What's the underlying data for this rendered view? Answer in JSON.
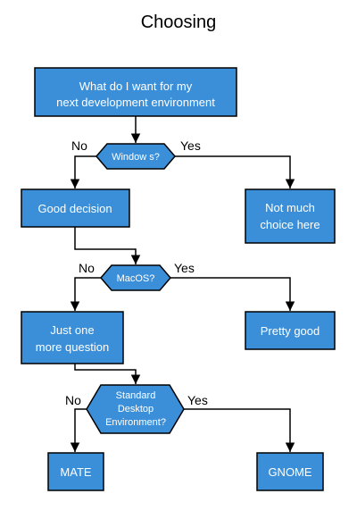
{
  "title": "Choosing",
  "colors": {
    "box_fill": "#3a8fd8",
    "box_stroke": "#000000",
    "text": "#ffffff",
    "line": "#000000"
  },
  "nodes": {
    "start": [
      "What do I want for my",
      "next development environment"
    ],
    "q_windows": "Window s?",
    "good_decision": "Good decision",
    "not_much_choice": [
      "Not much",
      "choice here"
    ],
    "q_macos": "MacOS?",
    "just_one_more": [
      "Just one",
      "more question"
    ],
    "pretty_good": "Pretty good",
    "q_standard_desktop": [
      "Standard",
      "Desktop",
      "Environment?"
    ],
    "mate": "MATE",
    "gnome": "GNOME"
  },
  "edge_labels": {
    "no": "No",
    "yes": "Yes"
  }
}
